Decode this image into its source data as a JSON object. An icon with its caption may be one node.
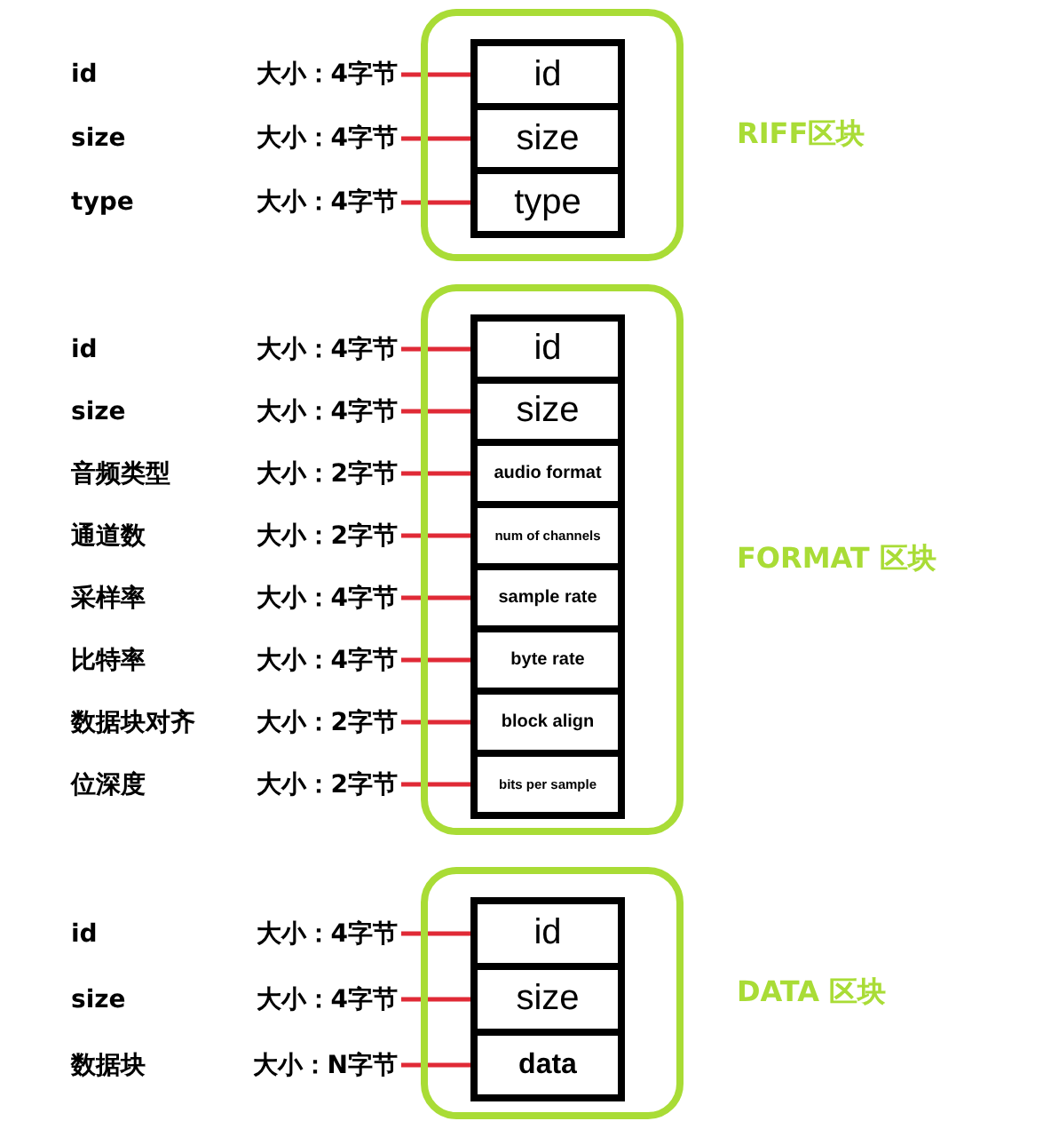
{
  "diagram": {
    "nodes": [
      {
        "text": [
          "RIFF区块"
        ]
      },
      {
        "text": [
          "id"
        ],
        "in": 0
      },
      {
        "text": [
          "size"
        ],
        "in": 0
      },
      {
        "text": [
          "type"
        ],
        "in": 0
      },
      {
        "text": [
          "大小：4字节"
        ],
        "beside": [
          "id"
        ]
      },
      {
        "text": [
          "大小：4字节"
        ],
        "beside": [
          "size"
        ]
      },
      {
        "text": [
          "大小：4字节"
        ],
        "beside": [
          "type"
        ]
      },
      {
        "text": [
          "FORMAT 区块"
        ]
      },
      {
        "text": [
          "id"
        ],
        "in": 7
      },
      {
        "text": [
          "size"
        ],
        "in": 7
      },
      {
        "text": [
          "audio format"
        ],
        "in": 7
      },
      {
        "text": [
          "num of channels"
        ],
        "in": 7
      },
      {
        "text": [
          "sample rate"
        ],
        "in": 7
      },
      {
        "text": [
          "byte rate"
        ],
        "in": 7
      },
      {
        "text": [
          "block align"
        ],
        "in": 7
      },
      {
        "text": [
          "bits per sample"
        ],
        "in": 7
      },
      {
        "text": [
          "大小：4字节"
        ],
        "beside": [
          "id"
        ]
      },
      {
        "text": [
          "大小：4字节"
        ],
        "beside": [
          "size"
        ]
      },
      {
        "text": [
          "大小：2字节"
        ],
        "beside": [
          "音频类型"
        ]
      },
      {
        "text": [
          "大小：2字节"
        ],
        "beside": [
          "通道数"
        ]
      },
      {
        "text": [
          "大小：4字节"
        ],
        "beside": [
          "采样率"
        ]
      },
      {
        "text": [
          "大小：4字节"
        ],
        "beside": [
          "比特率"
        ]
      },
      {
        "text": [
          "大小：2字节"
        ],
        "beside": [
          "数据块对齐"
        ]
      },
      {
        "text": [
          "大小：2字节"
        ],
        "beside": [
          "位深度"
        ]
      },
      {
        "text": [
          "DATA 区块"
        ]
      },
      {
        "text": [
          "id"
        ],
        "in": 24
      },
      {
        "text": [
          "size"
        ],
        "in": 24
      },
      {
        "text": [
          "data"
        ],
        "in": 24
      },
      {
        "text": [
          "大小：4字节"
        ],
        "beside": [
          "id"
        ]
      },
      {
        "text": [
          "大小：4字节"
        ],
        "beside": [
          "size"
        ]
      },
      {
        "text": [
          "大小：N字节"
        ],
        "beside": [
          "数据块"
        ]
      }
    ],
    "edges": [
      {
        "from": 4,
        "to": 1,
        "arrow": "none"
      },
      {
        "from": 5,
        "to": 2,
        "arrow": "none"
      },
      {
        "from": 6,
        "to": 3,
        "arrow": "none"
      },
      {
        "from": 16,
        "to": 8,
        "arrow": "none"
      },
      {
        "from": 17,
        "to": 9,
        "arrow": "none"
      },
      {
        "from": 18,
        "to": 10,
        "arrow": "none"
      },
      {
        "from": 19,
        "to": 11,
        "arrow": "none"
      },
      {
        "from": 20,
        "to": 12,
        "arrow": "none"
      },
      {
        "from": 21,
        "to": 13,
        "arrow": "none"
      },
      {
        "from": 22,
        "to": 14,
        "arrow": "none"
      },
      {
        "from": 23,
        "to": 15,
        "arrow": "none"
      },
      {
        "from": 28,
        "to": 25,
        "arrow": "none"
      },
      {
        "from": 29,
        "to": 26,
        "arrow": "none"
      },
      {
        "from": 30,
        "to": 27,
        "arrow": "none"
      }
    ]
  }
}
